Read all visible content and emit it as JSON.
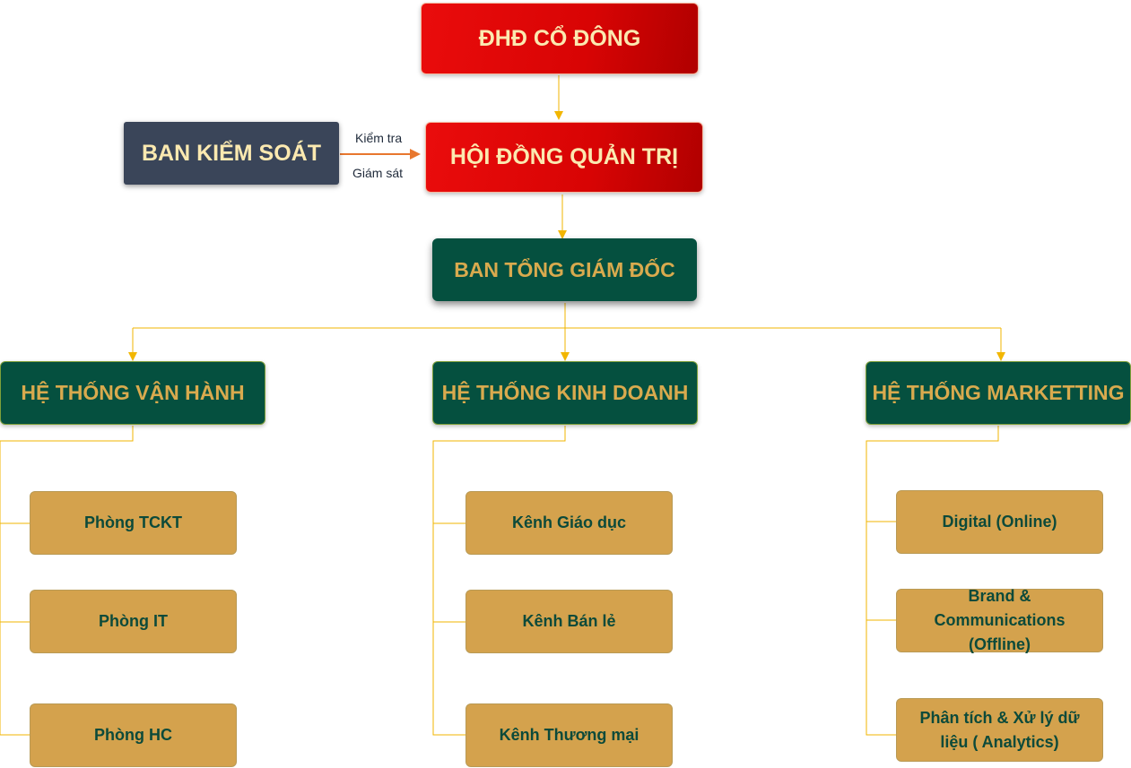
{
  "shareholders": "ĐHĐ CỔ ĐÔNG",
  "board": "HỘI ĐỒNG QUẢN TRỊ",
  "supervisory": "BAN KIỂM SOÁT",
  "supervision_labels": {
    "top": "Kiểm tra",
    "bottom": "Giám sát"
  },
  "executive": "BAN TỔNG GIÁM ĐỐC",
  "systems": [
    {
      "title": "HỆ THỐNG VẬN HÀNH",
      "units": [
        "Phòng TCKT",
        "Phòng IT",
        "Phòng HC"
      ]
    },
    {
      "title": "HỆ THỐNG KINH DOANH",
      "units": [
        "Kênh Giáo dục",
        "Kênh Bán lẻ",
        "Kênh Thương mại"
      ]
    },
    {
      "title": "HỆ THỐNG MARKETTING",
      "units": [
        "Digital (Online)",
        "Brand & Communications (Offline)",
        "Phân tích & Xử lý dữ liệu ( Analytics)"
      ]
    }
  ],
  "colors": {
    "top_red": "#e00808",
    "supervisory": "#3a4559",
    "system_green": "#05503f",
    "unit_gold": "#d4a24d",
    "connector": "#f2b600",
    "arrow_orange": "#e8772e"
  }
}
